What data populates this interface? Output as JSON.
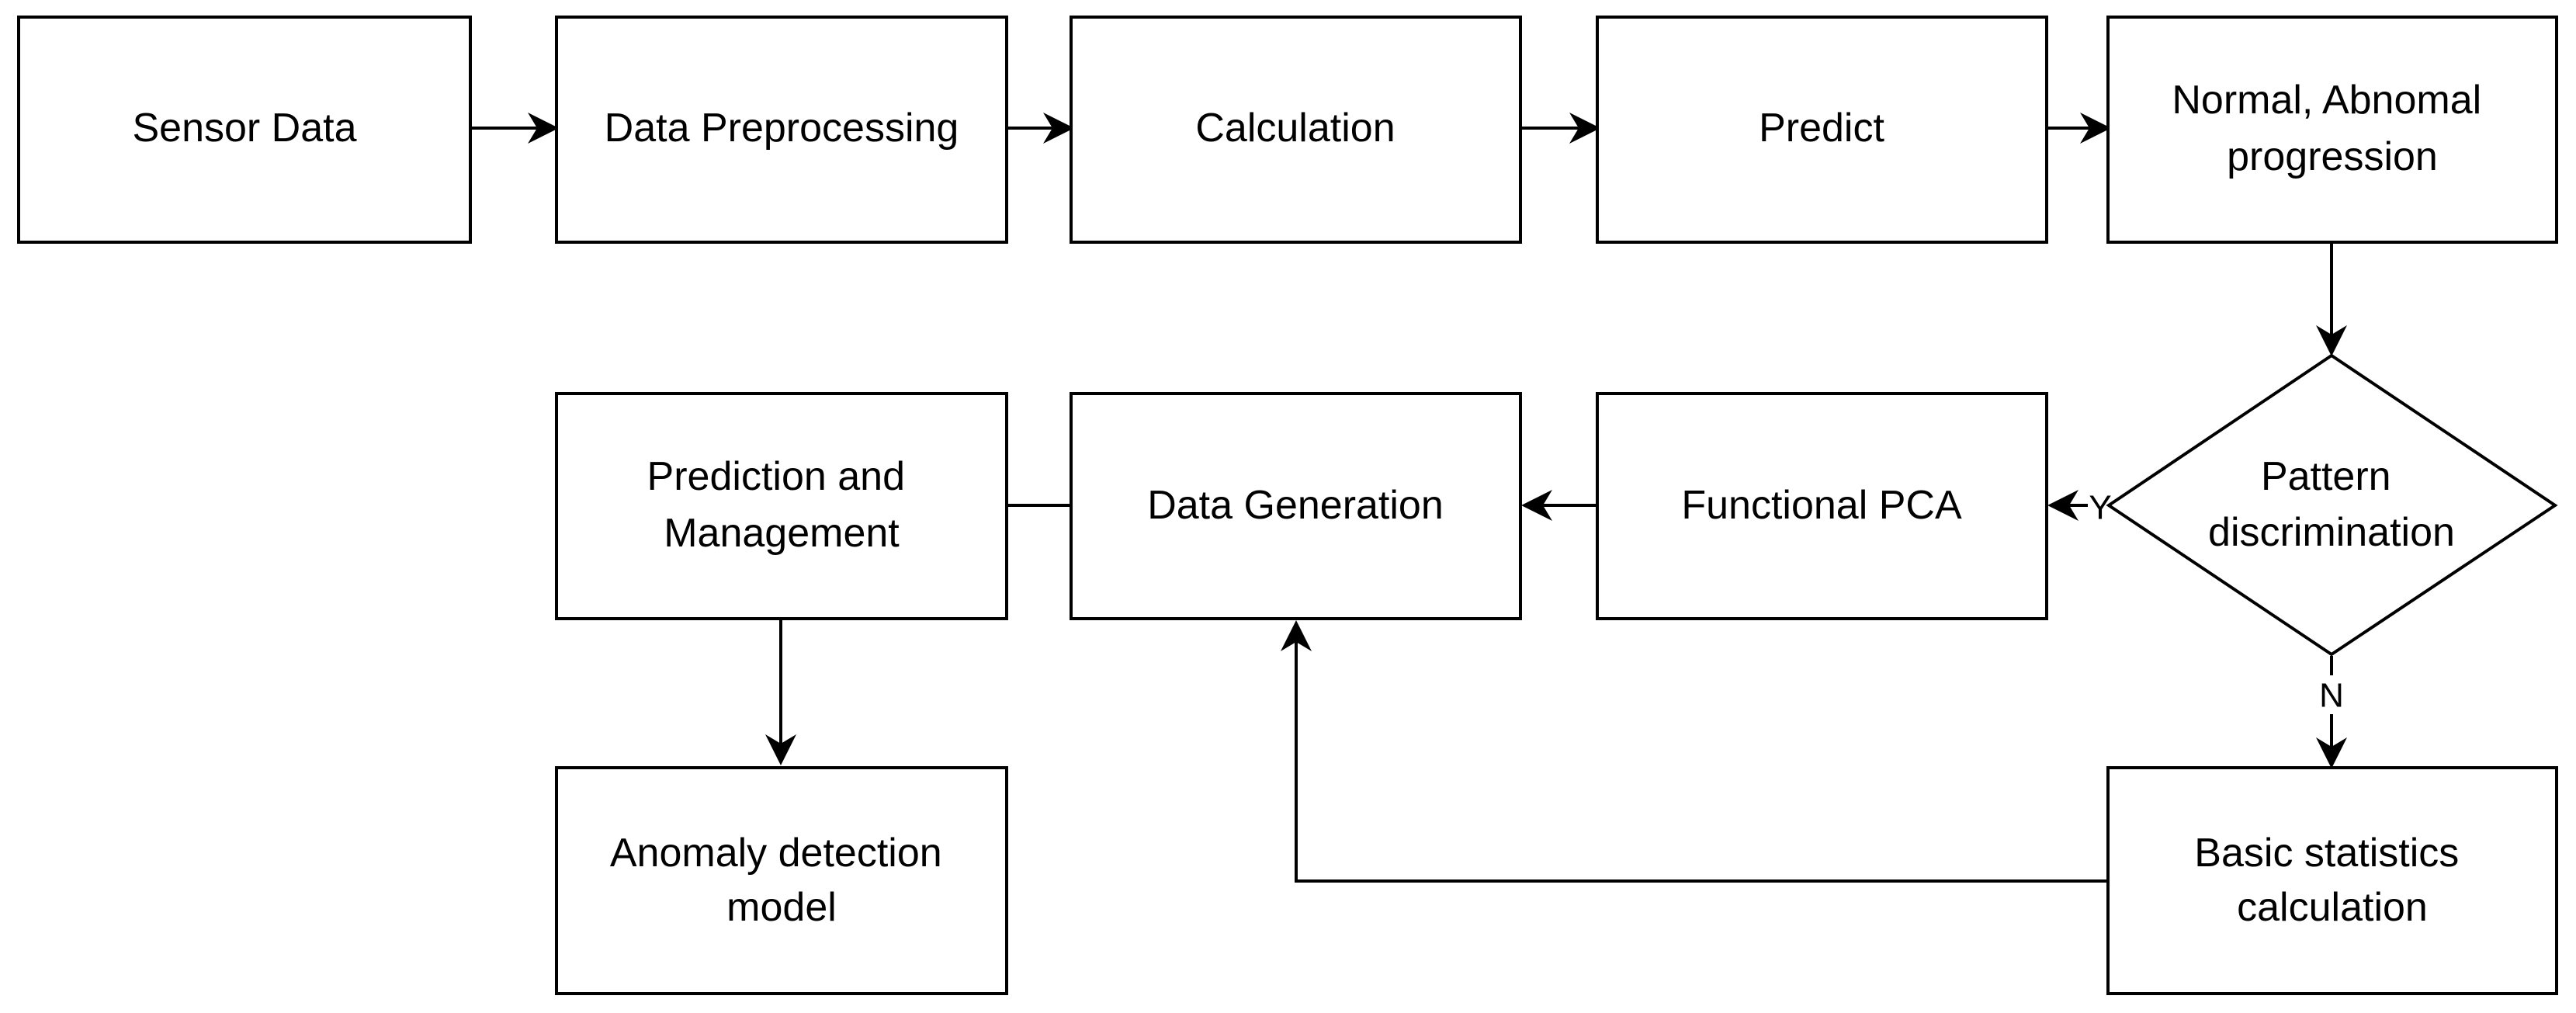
{
  "nodes": {
    "sensor_data": [
      "Sensor Data"
    ],
    "data_preprocessing": [
      "Data Preprocessing"
    ],
    "calculation": [
      "Calculation"
    ],
    "predict": [
      "Predict"
    ],
    "normal_abnormal": [
      "Normal, Abnomal",
      "progression"
    ],
    "pattern_discrimination": [
      "Pattern",
      "discrimination"
    ],
    "functional_pca": [
      "Functional PCA"
    ],
    "data_generation": [
      "Data Generation"
    ],
    "prediction_management": [
      "Prediction and",
      "Management"
    ],
    "anomaly_detection": [
      "Anomaly detection",
      "model"
    ],
    "basic_statistics": [
      "Basic statistics",
      "calculation"
    ]
  },
  "edge_labels": {
    "yes": "Y",
    "no": "N"
  }
}
